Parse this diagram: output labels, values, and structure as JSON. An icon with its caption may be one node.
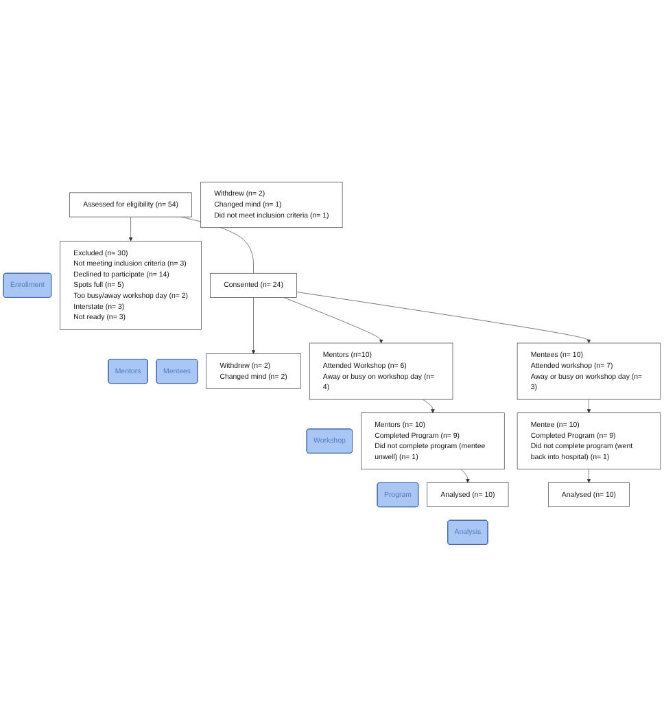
{
  "diagram": {
    "nodes": [
      {
        "text": [
          "Enrollment"
        ]
      },
      {
        "text": [
          "Assessed for eligibility (n= 54)"
        ]
      },
      {
        "text": [
          "Excluded  (n= 30)",
          "Not meeting inclusion criteria (n= 3)",
          "Declined to participate (n= 14)",
          "Spots full (n= 5)",
          "Too busy/away workshop day (n= 2)",
          "Interstate (n= 3)",
          "Not ready (n= 3)"
        ]
      },
      {
        "text": [
          "Consented (n= 24)"
        ]
      },
      {
        "text": [
          "Mentors"
        ]
      },
      {
        "text": [
          "Mentees"
        ]
      },
      {
        "text": [
          "Withdrew (n= 2)",
          "Changed mind (n= 2)"
        ]
      },
      {
        "text": [
          "Withdrew (n= 2)",
          "Changed mind (n= 1)",
          "Did not meet inclusion criteria (n= 1)"
        ]
      },
      {
        "text": [
          "Workshop"
        ]
      },
      {
        "text": [
          "Mentors (n=10)",
          "Attended Workshop (n= 6)",
          "Away or busy on workshop day (n= 4)"
        ]
      },
      {
        "text": [
          "Mentees (n= 10)",
          "Attended workshop (n= 7)",
          "Away or busy on workshop day (n= 3)"
        ]
      },
      {
        "text": [
          "Program"
        ]
      },
      {
        "text": [
          "Mentors (n= 10)",
          "Completed Program (n= 9)",
          "Did not complete program (mentee unwell) (n= 1)"
        ]
      },
      {
        "text": [
          "Mentee (n= 10)",
          "Completed Program (n= 9)",
          "Did not complete program (went back into hospital) (n= 1)"
        ]
      },
      {
        "text": [
          "Analysis"
        ]
      },
      {
        "text": [
          "Analysed  (n= 10)"
        ]
      },
      {
        "text": [
          "Analysed  (n= 10)"
        ]
      }
    ],
    "edges": [
      {
        "from": 1,
        "to": 2,
        "arrow": "to"
      },
      {
        "from": 1,
        "to": 3,
        "arrow": "none"
      },
      {
        "from": 3,
        "to": 6,
        "arrow": "to"
      },
      {
        "from": 3,
        "to": 9,
        "arrow": "to"
      },
      {
        "from": 3,
        "to": 10,
        "arrow": "to"
      },
      {
        "from": 9,
        "to": 12,
        "arrow": "to"
      },
      {
        "from": 10,
        "to": 13,
        "arrow": "to"
      },
      {
        "from": 12,
        "to": 15,
        "arrow": "to"
      },
      {
        "from": 13,
        "to": 16,
        "arrow": "to"
      }
    ]
  }
}
